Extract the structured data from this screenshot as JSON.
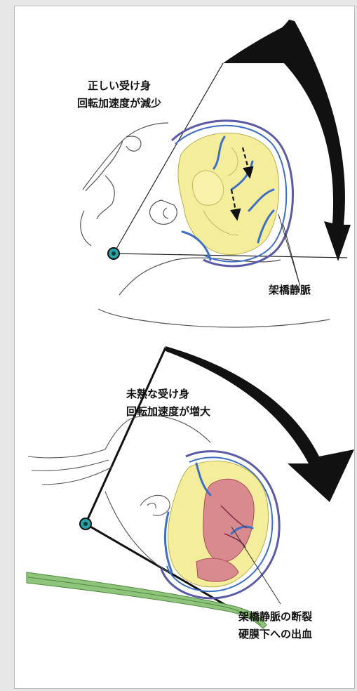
{
  "top_panel": {
    "caption_line1": "正しい受け身",
    "caption_line2": "回転加速度が減少",
    "vein_label": "架橋静脈"
  },
  "bottom_panel": {
    "caption_line1": "未熟な受け身",
    "caption_line2": "回転加速度が増大",
    "injury_line1": "架橋静脈の断裂",
    "injury_line2": "硬膜下への出血"
  },
  "colors": {
    "arrow": "#111111",
    "brain": "#f4ee9c",
    "vein": "#3f6fc2",
    "hematoma": "#d98a8f",
    "pivot": "#2aa3a6",
    "mat": "#8fc47d"
  }
}
